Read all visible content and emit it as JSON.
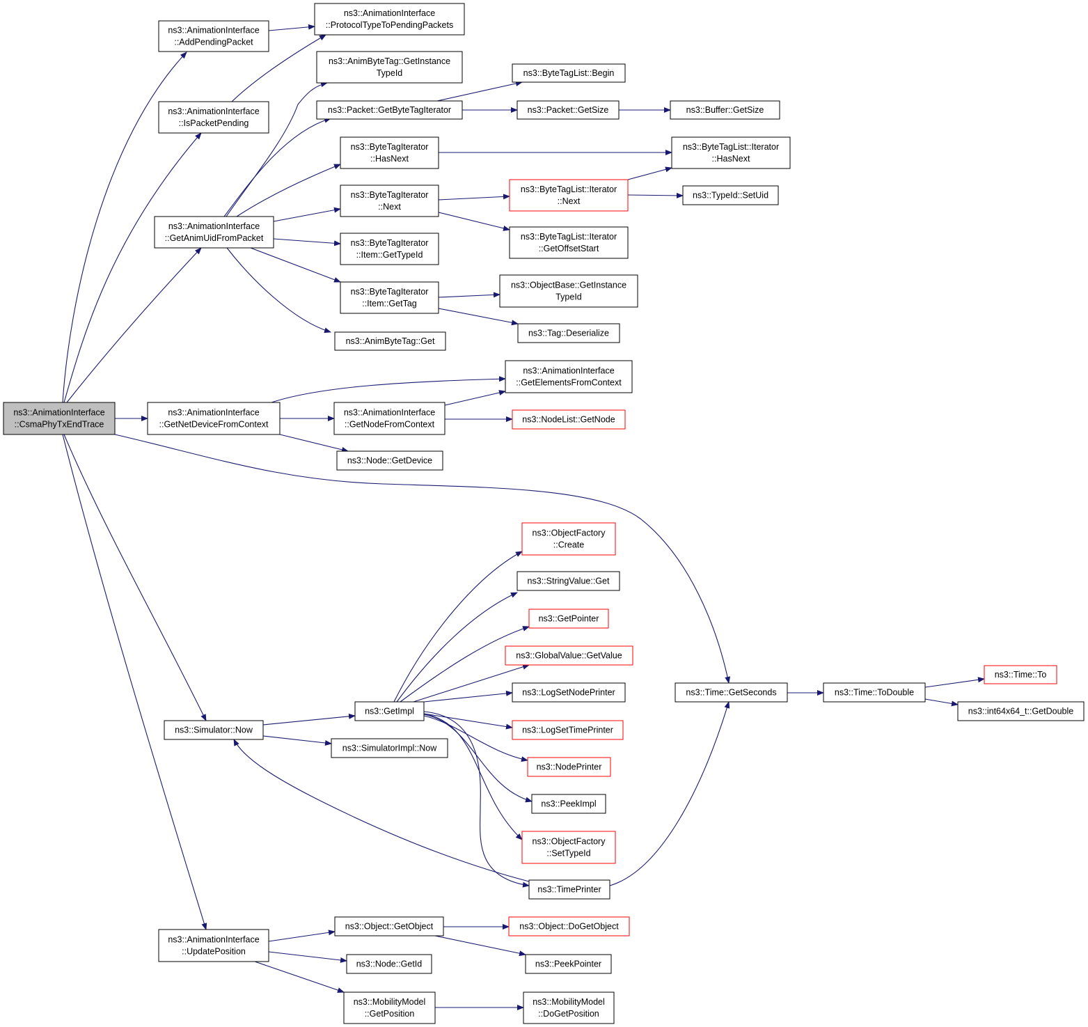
{
  "colors": {
    "edge": "#191970",
    "node_border": "#000000",
    "node_border_truncated": "#ff0000",
    "node_fill": "#ffffff",
    "root_fill": "#bfbfbf"
  },
  "nodes": [
    {
      "id": "csma",
      "lines": [
        "ns3::AnimationInterface",
        "::CsmaPhyTxEndTrace"
      ],
      "style": "root"
    },
    {
      "id": "addpending",
      "lines": [
        "ns3::AnimationInterface",
        "::AddPendingPacket"
      ],
      "style": "normal"
    },
    {
      "id": "protocoltype",
      "lines": [
        "ns3::AnimationInterface",
        "::ProtocolTypeToPendingPackets"
      ],
      "style": "normal"
    },
    {
      "id": "animbytetag_gettypeid",
      "lines": [
        "ns3::AnimByteTag::GetInstance",
        "TypeId"
      ],
      "style": "normal"
    },
    {
      "id": "ispending",
      "lines": [
        "ns3::AnimationInterface",
        "::IsPacketPending"
      ],
      "style": "normal"
    },
    {
      "id": "getbytetagiter",
      "lines": [
        "ns3::Packet::GetByteTagIterator"
      ],
      "style": "normal"
    },
    {
      "id": "bytetaglist_begin",
      "lines": [
        "ns3::ByteTagList::Begin"
      ],
      "style": "normal"
    },
    {
      "id": "packet_getsize",
      "lines": [
        "ns3::Packet::GetSize"
      ],
      "style": "normal"
    },
    {
      "id": "buffer_getsize",
      "lines": [
        "ns3::Buffer::GetSize"
      ],
      "style": "normal"
    },
    {
      "id": "bti_hasnext",
      "lines": [
        "ns3::ByteTagIterator",
        "::HasNext"
      ],
      "style": "normal"
    },
    {
      "id": "btli_hasnext",
      "lines": [
        "ns3::ByteTagList::Iterator",
        "::HasNext"
      ],
      "style": "normal"
    },
    {
      "id": "bti_next",
      "lines": [
        "ns3::ByteTagIterator",
        "::Next"
      ],
      "style": "normal"
    },
    {
      "id": "btli_next",
      "lines": [
        "ns3::ByteTagList::Iterator",
        "::Next"
      ],
      "style": "truncated"
    },
    {
      "id": "typeid_setuid",
      "lines": [
        "ns3::TypeId::SetUid"
      ],
      "style": "normal"
    },
    {
      "id": "getanimuid",
      "lines": [
        "ns3::AnimationInterface",
        "::GetAnimUidFromPacket"
      ],
      "style": "normal"
    },
    {
      "id": "btli_getoffset",
      "lines": [
        "ns3::ByteTagList::Iterator",
        "::GetOffsetStart"
      ],
      "style": "normal"
    },
    {
      "id": "bti_item_gettypeid",
      "lines": [
        "ns3::ByteTagIterator",
        "::Item::GetTypeId"
      ],
      "style": "normal"
    },
    {
      "id": "bti_item_gettag",
      "lines": [
        "ns3::ByteTagIterator",
        "::Item::GetTag"
      ],
      "style": "normal"
    },
    {
      "id": "objectbase_gettypeid",
      "lines": [
        "ns3::ObjectBase::GetInstance",
        "TypeId"
      ],
      "style": "normal"
    },
    {
      "id": "tag_deserialize",
      "lines": [
        "ns3::Tag::Deserialize"
      ],
      "style": "normal"
    },
    {
      "id": "animbytetag_get",
      "lines": [
        "ns3::AnimByteTag::Get"
      ],
      "style": "normal"
    },
    {
      "id": "getelements",
      "lines": [
        "ns3::AnimationInterface",
        "::GetElementsFromContext"
      ],
      "style": "normal"
    },
    {
      "id": "getnetdevice",
      "lines": [
        "ns3::AnimationInterface",
        "::GetNetDeviceFromContext"
      ],
      "style": "normal"
    },
    {
      "id": "getnodefromctx",
      "lines": [
        "ns3::AnimationInterface",
        "::GetNodeFromContext"
      ],
      "style": "normal"
    },
    {
      "id": "nodelist_getnode",
      "lines": [
        "ns3::NodeList::GetNode"
      ],
      "style": "truncated"
    },
    {
      "id": "node_getdevice",
      "lines": [
        "ns3::Node::GetDevice"
      ],
      "style": "normal"
    },
    {
      "id": "objectfactory_create",
      "lines": [
        "ns3::ObjectFactory",
        "::Create"
      ],
      "style": "truncated"
    },
    {
      "id": "stringvalue_get",
      "lines": [
        "ns3::StringValue::Get"
      ],
      "style": "normal"
    },
    {
      "id": "getpointer",
      "lines": [
        "ns3::GetPointer"
      ],
      "style": "truncated"
    },
    {
      "id": "globalvalue_getvalue",
      "lines": [
        "ns3::GlobalValue::GetValue"
      ],
      "style": "truncated"
    },
    {
      "id": "time_to",
      "lines": [
        "ns3::Time::To"
      ],
      "style": "truncated"
    },
    {
      "id": "time_getseconds",
      "lines": [
        "ns3::Time::GetSeconds"
      ],
      "style": "normal"
    },
    {
      "id": "time_todouble",
      "lines": [
        "ns3::Time::ToDouble"
      ],
      "style": "normal"
    },
    {
      "id": "logsetnodeprinter",
      "lines": [
        "ns3::LogSetNodePrinter"
      ],
      "style": "normal"
    },
    {
      "id": "getimpl",
      "lines": [
        "ns3::GetImpl"
      ],
      "style": "normal"
    },
    {
      "id": "int64_getdouble",
      "lines": [
        "ns3::int64x64_t::GetDouble"
      ],
      "style": "normal"
    },
    {
      "id": "logsettimeprinter",
      "lines": [
        "ns3::LogSetTimePrinter"
      ],
      "style": "truncated"
    },
    {
      "id": "simulator_now",
      "lines": [
        "ns3::Simulator::Now"
      ],
      "style": "normal"
    },
    {
      "id": "simulatorimpl_now",
      "lines": [
        "ns3::SimulatorImpl::Now"
      ],
      "style": "normal"
    },
    {
      "id": "nodeprinter",
      "lines": [
        "ns3::NodePrinter"
      ],
      "style": "truncated"
    },
    {
      "id": "peekimpl",
      "lines": [
        "ns3::PeekImpl"
      ],
      "style": "normal"
    },
    {
      "id": "objectfactory_settypeid",
      "lines": [
        "ns3::ObjectFactory",
        "::SetTypeId"
      ],
      "style": "truncated"
    },
    {
      "id": "timeprinter",
      "lines": [
        "ns3::TimePrinter"
      ],
      "style": "normal"
    },
    {
      "id": "object_getobject",
      "lines": [
        "ns3::Object::GetObject"
      ],
      "style": "normal"
    },
    {
      "id": "object_dogetobject",
      "lines": [
        "ns3::Object::DoGetObject"
      ],
      "style": "truncated"
    },
    {
      "id": "updateposition",
      "lines": [
        "ns3::AnimationInterface",
        "::UpdatePosition"
      ],
      "style": "normal"
    },
    {
      "id": "peekpointer",
      "lines": [
        "ns3::PeekPointer"
      ],
      "style": "normal"
    },
    {
      "id": "node_getid",
      "lines": [
        "ns3::Node::GetId"
      ],
      "style": "normal"
    },
    {
      "id": "mobility_getposition",
      "lines": [
        "ns3::MobilityModel",
        "::GetPosition"
      ],
      "style": "normal"
    },
    {
      "id": "mobility_dogetposition",
      "lines": [
        "ns3::MobilityModel",
        "::DoGetPosition"
      ],
      "style": "normal"
    }
  ],
  "edges": [
    [
      "csma",
      "addpending"
    ],
    [
      "csma",
      "ispending"
    ],
    [
      "csma",
      "getanimuid"
    ],
    [
      "csma",
      "getnetdevice"
    ],
    [
      "csma",
      "time_getseconds"
    ],
    [
      "csma",
      "simulator_now"
    ],
    [
      "csma",
      "updateposition"
    ],
    [
      "addpending",
      "protocoltype"
    ],
    [
      "ispending",
      "protocoltype"
    ],
    [
      "getanimuid",
      "animbytetag_gettypeid"
    ],
    [
      "getanimuid",
      "getbytetagiter"
    ],
    [
      "getanimuid",
      "bti_hasnext"
    ],
    [
      "getanimuid",
      "bti_next"
    ],
    [
      "getanimuid",
      "bti_item_gettypeid"
    ],
    [
      "getanimuid",
      "bti_item_gettag"
    ],
    [
      "getanimuid",
      "animbytetag_get"
    ],
    [
      "getbytetagiter",
      "bytetaglist_begin"
    ],
    [
      "getbytetagiter",
      "packet_getsize"
    ],
    [
      "packet_getsize",
      "buffer_getsize"
    ],
    [
      "bti_hasnext",
      "btli_hasnext"
    ],
    [
      "bti_next",
      "btli_next"
    ],
    [
      "bti_next",
      "btli_getoffset"
    ],
    [
      "btli_next",
      "btli_hasnext"
    ],
    [
      "btli_next",
      "typeid_setuid"
    ],
    [
      "bti_item_gettag",
      "objectbase_gettypeid"
    ],
    [
      "bti_item_gettag",
      "tag_deserialize"
    ],
    [
      "getnetdevice",
      "getelements"
    ],
    [
      "getnetdevice",
      "getnodefromctx"
    ],
    [
      "getnetdevice",
      "node_getdevice"
    ],
    [
      "getnodefromctx",
      "getelements"
    ],
    [
      "getnodefromctx",
      "nodelist_getnode"
    ],
    [
      "simulator_now",
      "getimpl"
    ],
    [
      "simulator_now",
      "simulatorimpl_now"
    ],
    [
      "getimpl",
      "objectfactory_create"
    ],
    [
      "getimpl",
      "stringvalue_get"
    ],
    [
      "getimpl",
      "getpointer"
    ],
    [
      "getimpl",
      "globalvalue_getvalue"
    ],
    [
      "getimpl",
      "logsetnodeprinter"
    ],
    [
      "getimpl",
      "logsettimeprinter"
    ],
    [
      "getimpl",
      "nodeprinter"
    ],
    [
      "getimpl",
      "peekimpl"
    ],
    [
      "getimpl",
      "objectfactory_settypeid"
    ],
    [
      "getimpl",
      "timeprinter"
    ],
    [
      "timeprinter",
      "simulator_now"
    ],
    [
      "timeprinter",
      "time_getseconds"
    ],
    [
      "time_getseconds",
      "time_todouble"
    ],
    [
      "time_todouble",
      "time_to"
    ],
    [
      "time_todouble",
      "int64_getdouble"
    ],
    [
      "updateposition",
      "object_getobject"
    ],
    [
      "updateposition",
      "node_getid"
    ],
    [
      "updateposition",
      "mobility_getposition"
    ],
    [
      "object_getobject",
      "object_dogetobject"
    ],
    [
      "object_getobject",
      "peekpointer"
    ],
    [
      "mobility_getposition",
      "mobility_dogetposition"
    ]
  ]
}
